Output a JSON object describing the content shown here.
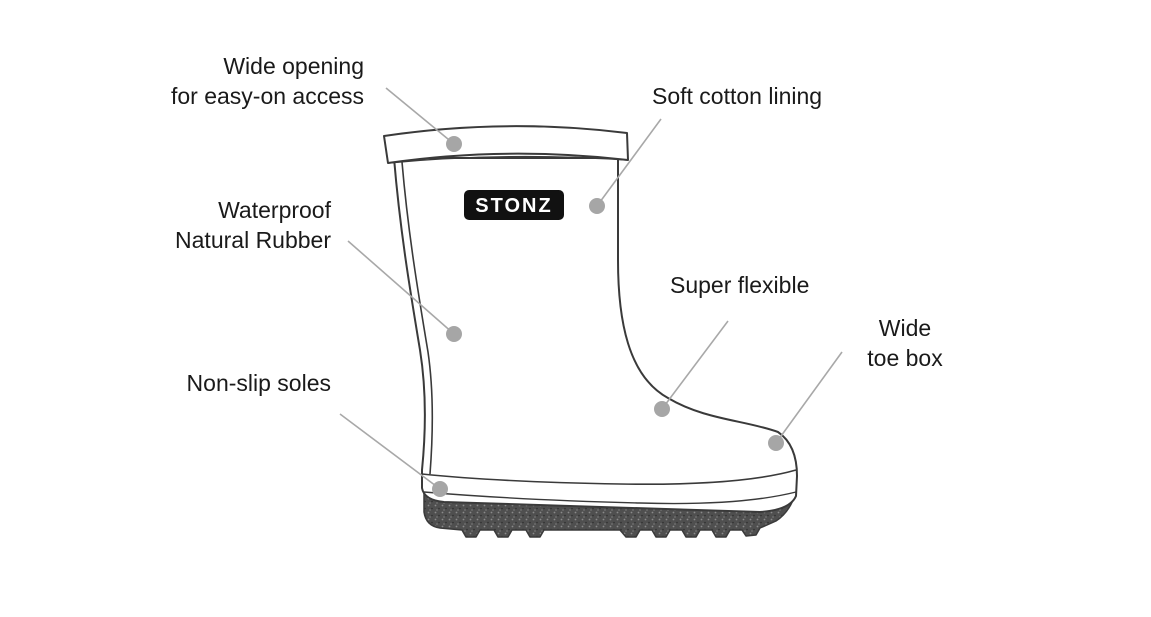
{
  "brand": "STONZ",
  "callouts": {
    "opening": {
      "line1": "Wide opening",
      "line2": "for easy-on access"
    },
    "lining": {
      "line1": "Soft cotton lining"
    },
    "rubber": {
      "line1": "Waterproof",
      "line2": "Natural Rubber"
    },
    "flexible": {
      "line1": "Super flexible"
    },
    "toebox": {
      "line1": "Wide",
      "line2": "toe box"
    },
    "soles": {
      "line1": "Non-slip soles"
    }
  },
  "colors": {
    "outline": "#3a3a3a",
    "leader": "#a8a8a8",
    "dot": "#a6a6a6",
    "sole": "#4d4d4d",
    "logo_bg": "#111111"
  }
}
